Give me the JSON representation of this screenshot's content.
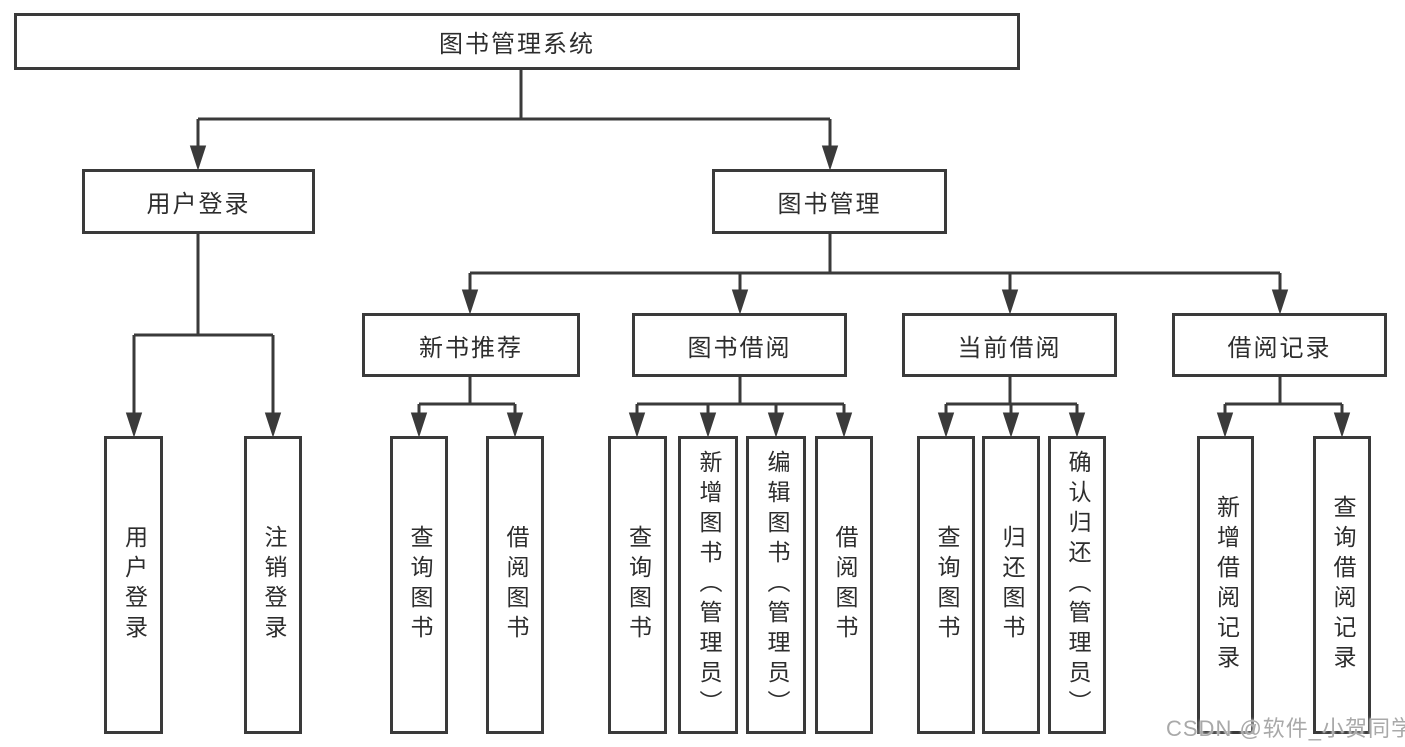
{
  "tree": {
    "root": "图书管理系统",
    "branches": [
      {
        "label": "用户登录",
        "children": [
          "用户登录",
          "注销登录"
        ]
      },
      {
        "label": "图书管理",
        "groups": [
          {
            "label": "新书推荐",
            "children": [
              "查询图书",
              "借阅图书"
            ]
          },
          {
            "label": "图书借阅",
            "children": [
              "查询图书",
              "新增图书（管理员）",
              "编辑图书（管理员）",
              "借阅图书"
            ]
          },
          {
            "label": "当前借阅",
            "children": [
              "查询图书",
              "归还图书",
              "确认归还（管理员）"
            ]
          },
          {
            "label": "借阅记录",
            "children": [
              "新增借阅记录",
              "查询借阅记录"
            ]
          }
        ]
      }
    ]
  },
  "watermark": {
    "text": "CSDN @软件_小贺同学"
  },
  "colors": {
    "line": "#3a3a3a",
    "text": "#2d2d2d",
    "watermark": "#a9a9a9",
    "background": "#ffffff"
  }
}
